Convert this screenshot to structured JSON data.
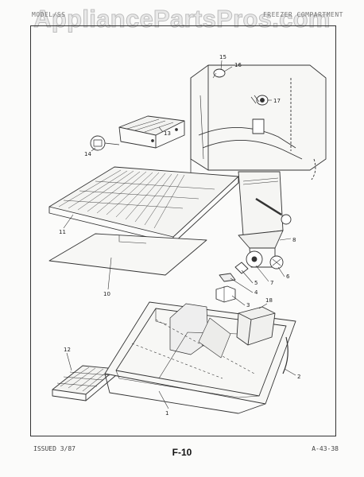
{
  "watermark": "AppliancePartsPros.com",
  "header": {
    "left": "MODEL/SS",
    "right": "FREEZER COMPARTMENT"
  },
  "callouts": {
    "c1": "1",
    "c2": "2",
    "c3": "3",
    "c4": "4",
    "c5": "5",
    "c6": "6",
    "c7": "7",
    "c8": "8",
    "c10": "10",
    "c11": "11",
    "c12": "12",
    "c13": "13",
    "c14": "14",
    "c15": "15",
    "c16": "16",
    "c17": "17",
    "c18": "18"
  },
  "footer": {
    "issued": "ISSUED 3/87",
    "figure": "F-10",
    "code": "A-43-38"
  }
}
